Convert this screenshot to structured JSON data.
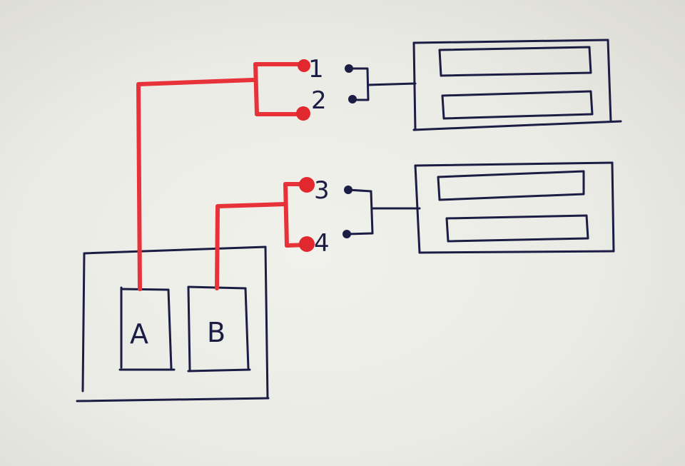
{
  "colors": {
    "ink": "#1c1d44",
    "wire_red": "#e8323a",
    "paper": "#ececE6"
  },
  "boxes": {
    "a": "A",
    "b": "B"
  },
  "pins": {
    "p1": "1",
    "p2": "2",
    "p3": "3",
    "p4": "4"
  }
}
